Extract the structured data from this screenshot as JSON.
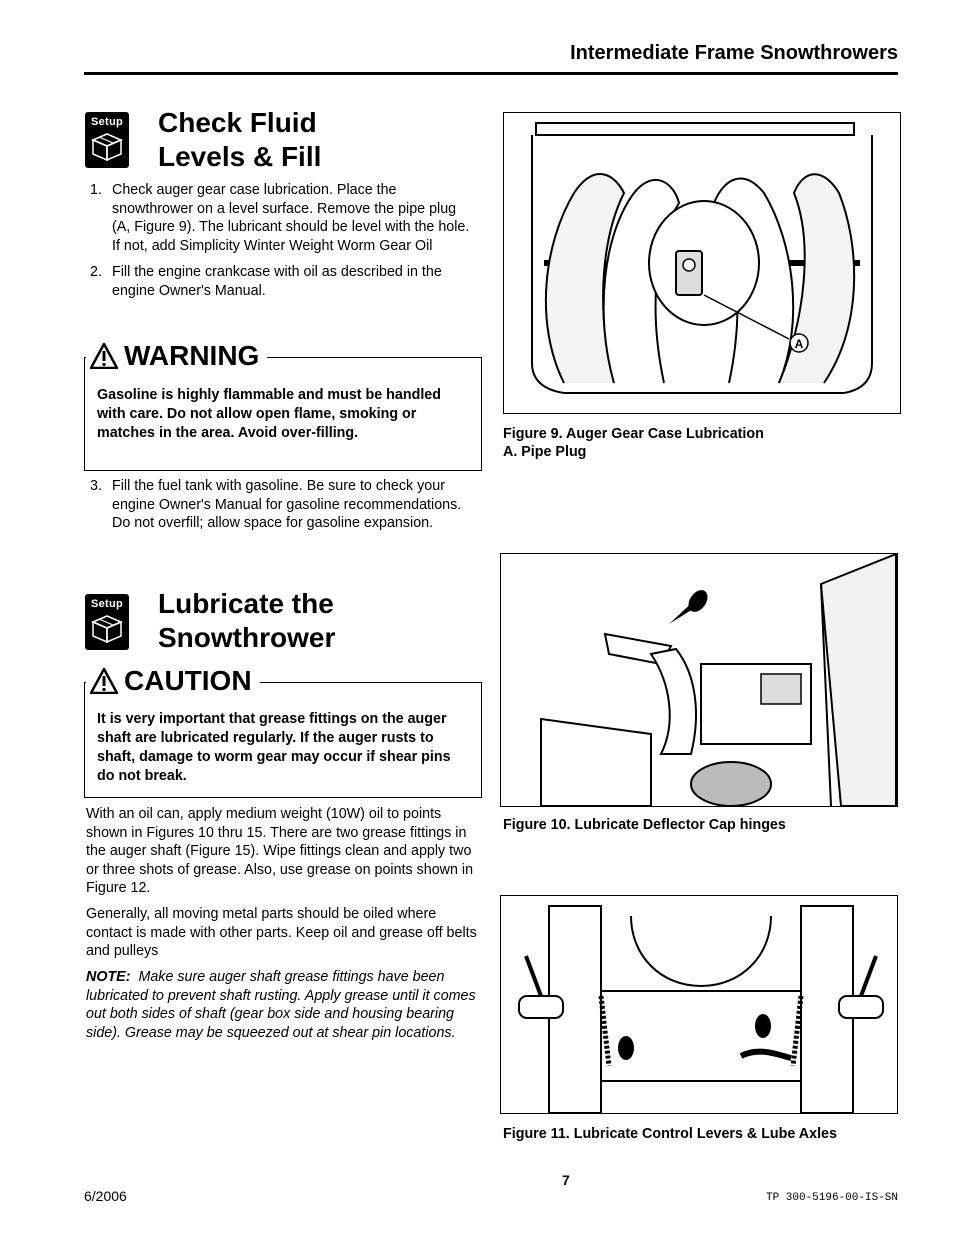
{
  "header": {
    "title": "Intermediate Frame Snowthrowers"
  },
  "setup_icon_label": "Setup",
  "section1": {
    "title_line1": "Check Fluid",
    "title_line2": "Levels & Fill",
    "steps": [
      {
        "num": "1.",
        "text": "Check auger gear case lubrication. Place the snowthrower on a level surface. Remove the pipe plug (A, Figure 9). The lubricant should be level with the hole. If not, add Simplicity Winter Weight Worm Gear Oil"
      },
      {
        "num": "2.",
        "text": "Fill the engine crankcase with oil as described in the engine Owner's Manual."
      }
    ],
    "warning": {
      "title": "WARNING",
      "text": "Gasoline is highly flammable and must be handled with care. Do not allow open flame, smoking or matches in the area. Avoid over-filling."
    },
    "step3": {
      "num": "3.",
      "text": "Fill the fuel tank with gasoline. Be sure to check your engine Owner's Manual for gasoline recommendations. Do not overfill; allow space for gasoline expansion."
    }
  },
  "section2": {
    "title_line1": "Lubricate the",
    "title_line2": "Snowthrower",
    "caution": {
      "title": "CAUTION",
      "text": "It is very important that grease fittings on the auger shaft are lubricated regularly. If the auger rusts to shaft, damage to worm gear may occur if shear pins do not break."
    },
    "para1": "With an oil can, apply medium weight (10W) oil to points shown in Figures 10 thru 15. There are two grease fittings in the auger shaft (Figure 15). Wipe fittings clean and apply two or three shots of grease. Also, use grease on points shown in Figure 12.",
    "para2": "Generally, all moving metal parts should be oiled where contact is made with other parts. Keep oil and grease off belts and pulleys",
    "note_label": "NOTE:",
    "note_text": "Make sure auger shaft grease fittings have been lubricated to prevent shaft rusting. Apply grease until it comes out both sides of shaft (gear box side and housing bearing side). Grease may be squeezed out at shear pin locations."
  },
  "figures": {
    "fig9_caption": "Figure 9.  Auger Gear Case Lubrication",
    "fig9_sub": "A.  Pipe Plug",
    "fig9_callout": "A",
    "fig10_caption": "Figure 10.  Lubricate Deflector Cap hinges",
    "fig11_caption": "Figure 11.  Lubricate Control Levers & Lube Axles"
  },
  "footer": {
    "date": "6/2006",
    "page": "7",
    "doc_id": "TP 300-5196-00-IS-SN"
  }
}
